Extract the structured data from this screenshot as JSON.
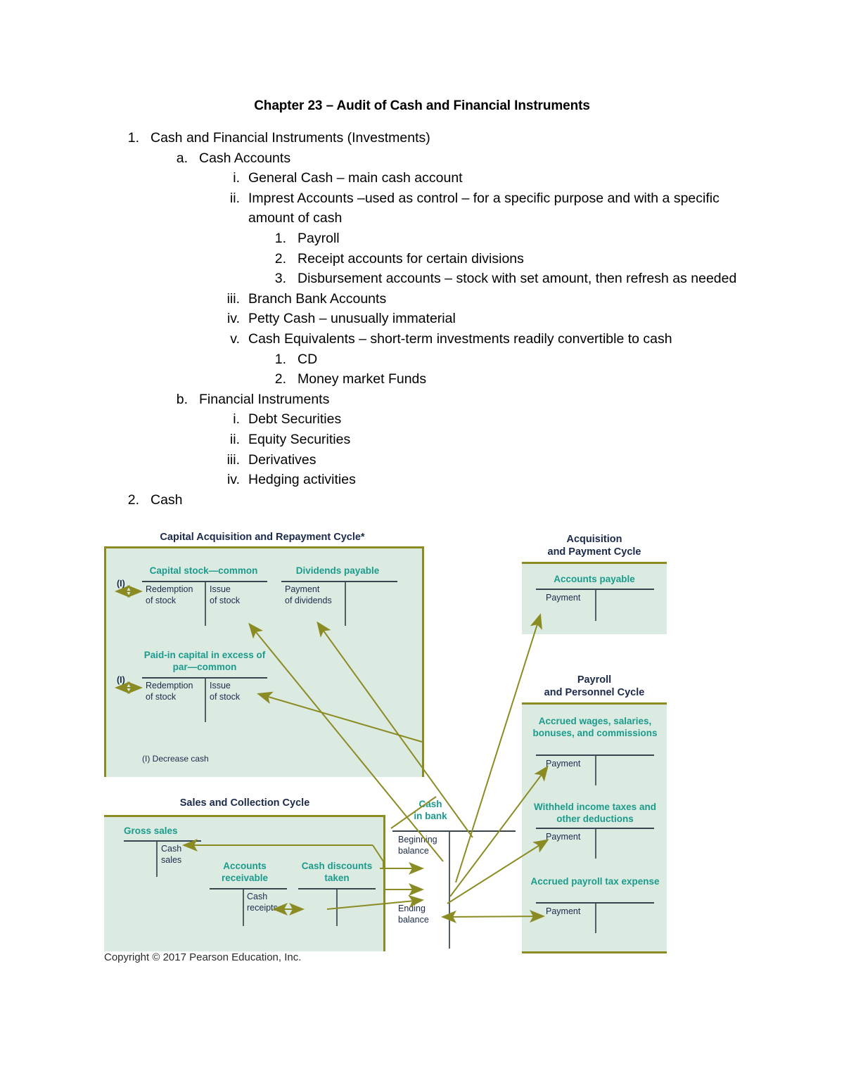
{
  "document": {
    "title": "Chapter 23 – Audit of Cash and Financial Instruments"
  },
  "outline": [
    {
      "level": 1,
      "marker": "1.",
      "text": "Cash and Financial Instruments (Investments)"
    },
    {
      "level": 2,
      "marker": "a.",
      "text": "Cash Accounts"
    },
    {
      "level": 3,
      "marker": "i.",
      "text": "General Cash – main cash account"
    },
    {
      "level": 3,
      "marker": "ii.",
      "text": "Imprest Accounts –used as control – for a specific purpose and with a specific amount of cash"
    },
    {
      "level": 4,
      "marker": "1.",
      "text": "Payroll"
    },
    {
      "level": 4,
      "marker": "2.",
      "text": "Receipt accounts for certain divisions"
    },
    {
      "level": 4,
      "marker": "3.",
      "text": "Disbursement accounts – stock with set amount, then refresh as needed"
    },
    {
      "level": 3,
      "marker": "iii.",
      "text": "Branch Bank Accounts"
    },
    {
      "level": 3,
      "marker": "iv.",
      "text": "Petty Cash – unusually immaterial"
    },
    {
      "level": 3,
      "marker": "v.",
      "text": "Cash Equivalents – short-term investments readily convertible to cash"
    },
    {
      "level": 4,
      "marker": "1.",
      "text": "CD"
    },
    {
      "level": 4,
      "marker": "2.",
      "text": "Money market Funds"
    },
    {
      "level": 2,
      "marker": "b.",
      "text": "Financial Instruments"
    },
    {
      "level": 3,
      "marker": "i.",
      "text": "Debt Securities"
    },
    {
      "level": 3,
      "marker": "ii.",
      "text": "Equity Securities"
    },
    {
      "level": 3,
      "marker": "iii.",
      "text": "Derivatives"
    },
    {
      "level": 3,
      "marker": "iv.",
      "text": "Hedging activities"
    },
    {
      "level": 1,
      "marker": "2.",
      "text": "Cash"
    }
  ],
  "figure": {
    "colors": {
      "box_fill": "#dcebe2",
      "box_border": "#8b8b24",
      "account_title": "#1a9b8c",
      "cycle_title": "#1b2a4a",
      "arrow": "#8b8b24",
      "rule": "#36454f"
    },
    "cycles": {
      "capital": {
        "title": "Capital Acquisition and Repayment Cycle*",
        "accounts": [
          {
            "title": "Capital stock—common",
            "debit": "Redemption\nof stock",
            "credit": "Issue\nof stock",
            "flag": "(I)"
          },
          {
            "title": "Dividends payable",
            "debit": "Payment\nof dividends",
            "credit": ""
          },
          {
            "title": "Paid-in capital in\nexcess of par—common",
            "debit": "Redemption\nof stock",
            "credit": "Issue\nof stock",
            "flag": "(I)"
          }
        ],
        "legend": "(I) Decrease cash"
      },
      "acquisition": {
        "title": "Acquisition\nand Payment Cycle",
        "accounts": [
          {
            "title": "Accounts payable",
            "debit": "Payment",
            "credit": ""
          }
        ]
      },
      "payroll": {
        "title": "Payroll\nand Personnel Cycle",
        "accounts": [
          {
            "title": "Accrued wages,\nsalaries, bonuses,\nand commissions",
            "debit": "Payment",
            "credit": ""
          },
          {
            "title": "Withheld income taxes\nand other deductions",
            "debit": "Payment",
            "credit": ""
          },
          {
            "title": "Accrued payroll\ntax expense",
            "debit": "Payment",
            "credit": ""
          }
        ]
      },
      "sales": {
        "title": "Sales and Collection Cycle",
        "accounts": [
          {
            "title": "Gross sales",
            "debit": "",
            "credit": "Cash\nsales"
          },
          {
            "title": "Accounts\nreceivable",
            "debit": "",
            "credit": "Cash\nreceipts"
          },
          {
            "title": "Cash\ndiscounts taken",
            "debit": "",
            "credit": ""
          }
        ]
      },
      "cash": {
        "title": "Cash\nin bank",
        "debit_top": "Beginning\nbalance",
        "debit_bottom": "Ending\nbalance"
      }
    },
    "copyright": "Copyright © 2017 Pearson Education, Inc."
  }
}
